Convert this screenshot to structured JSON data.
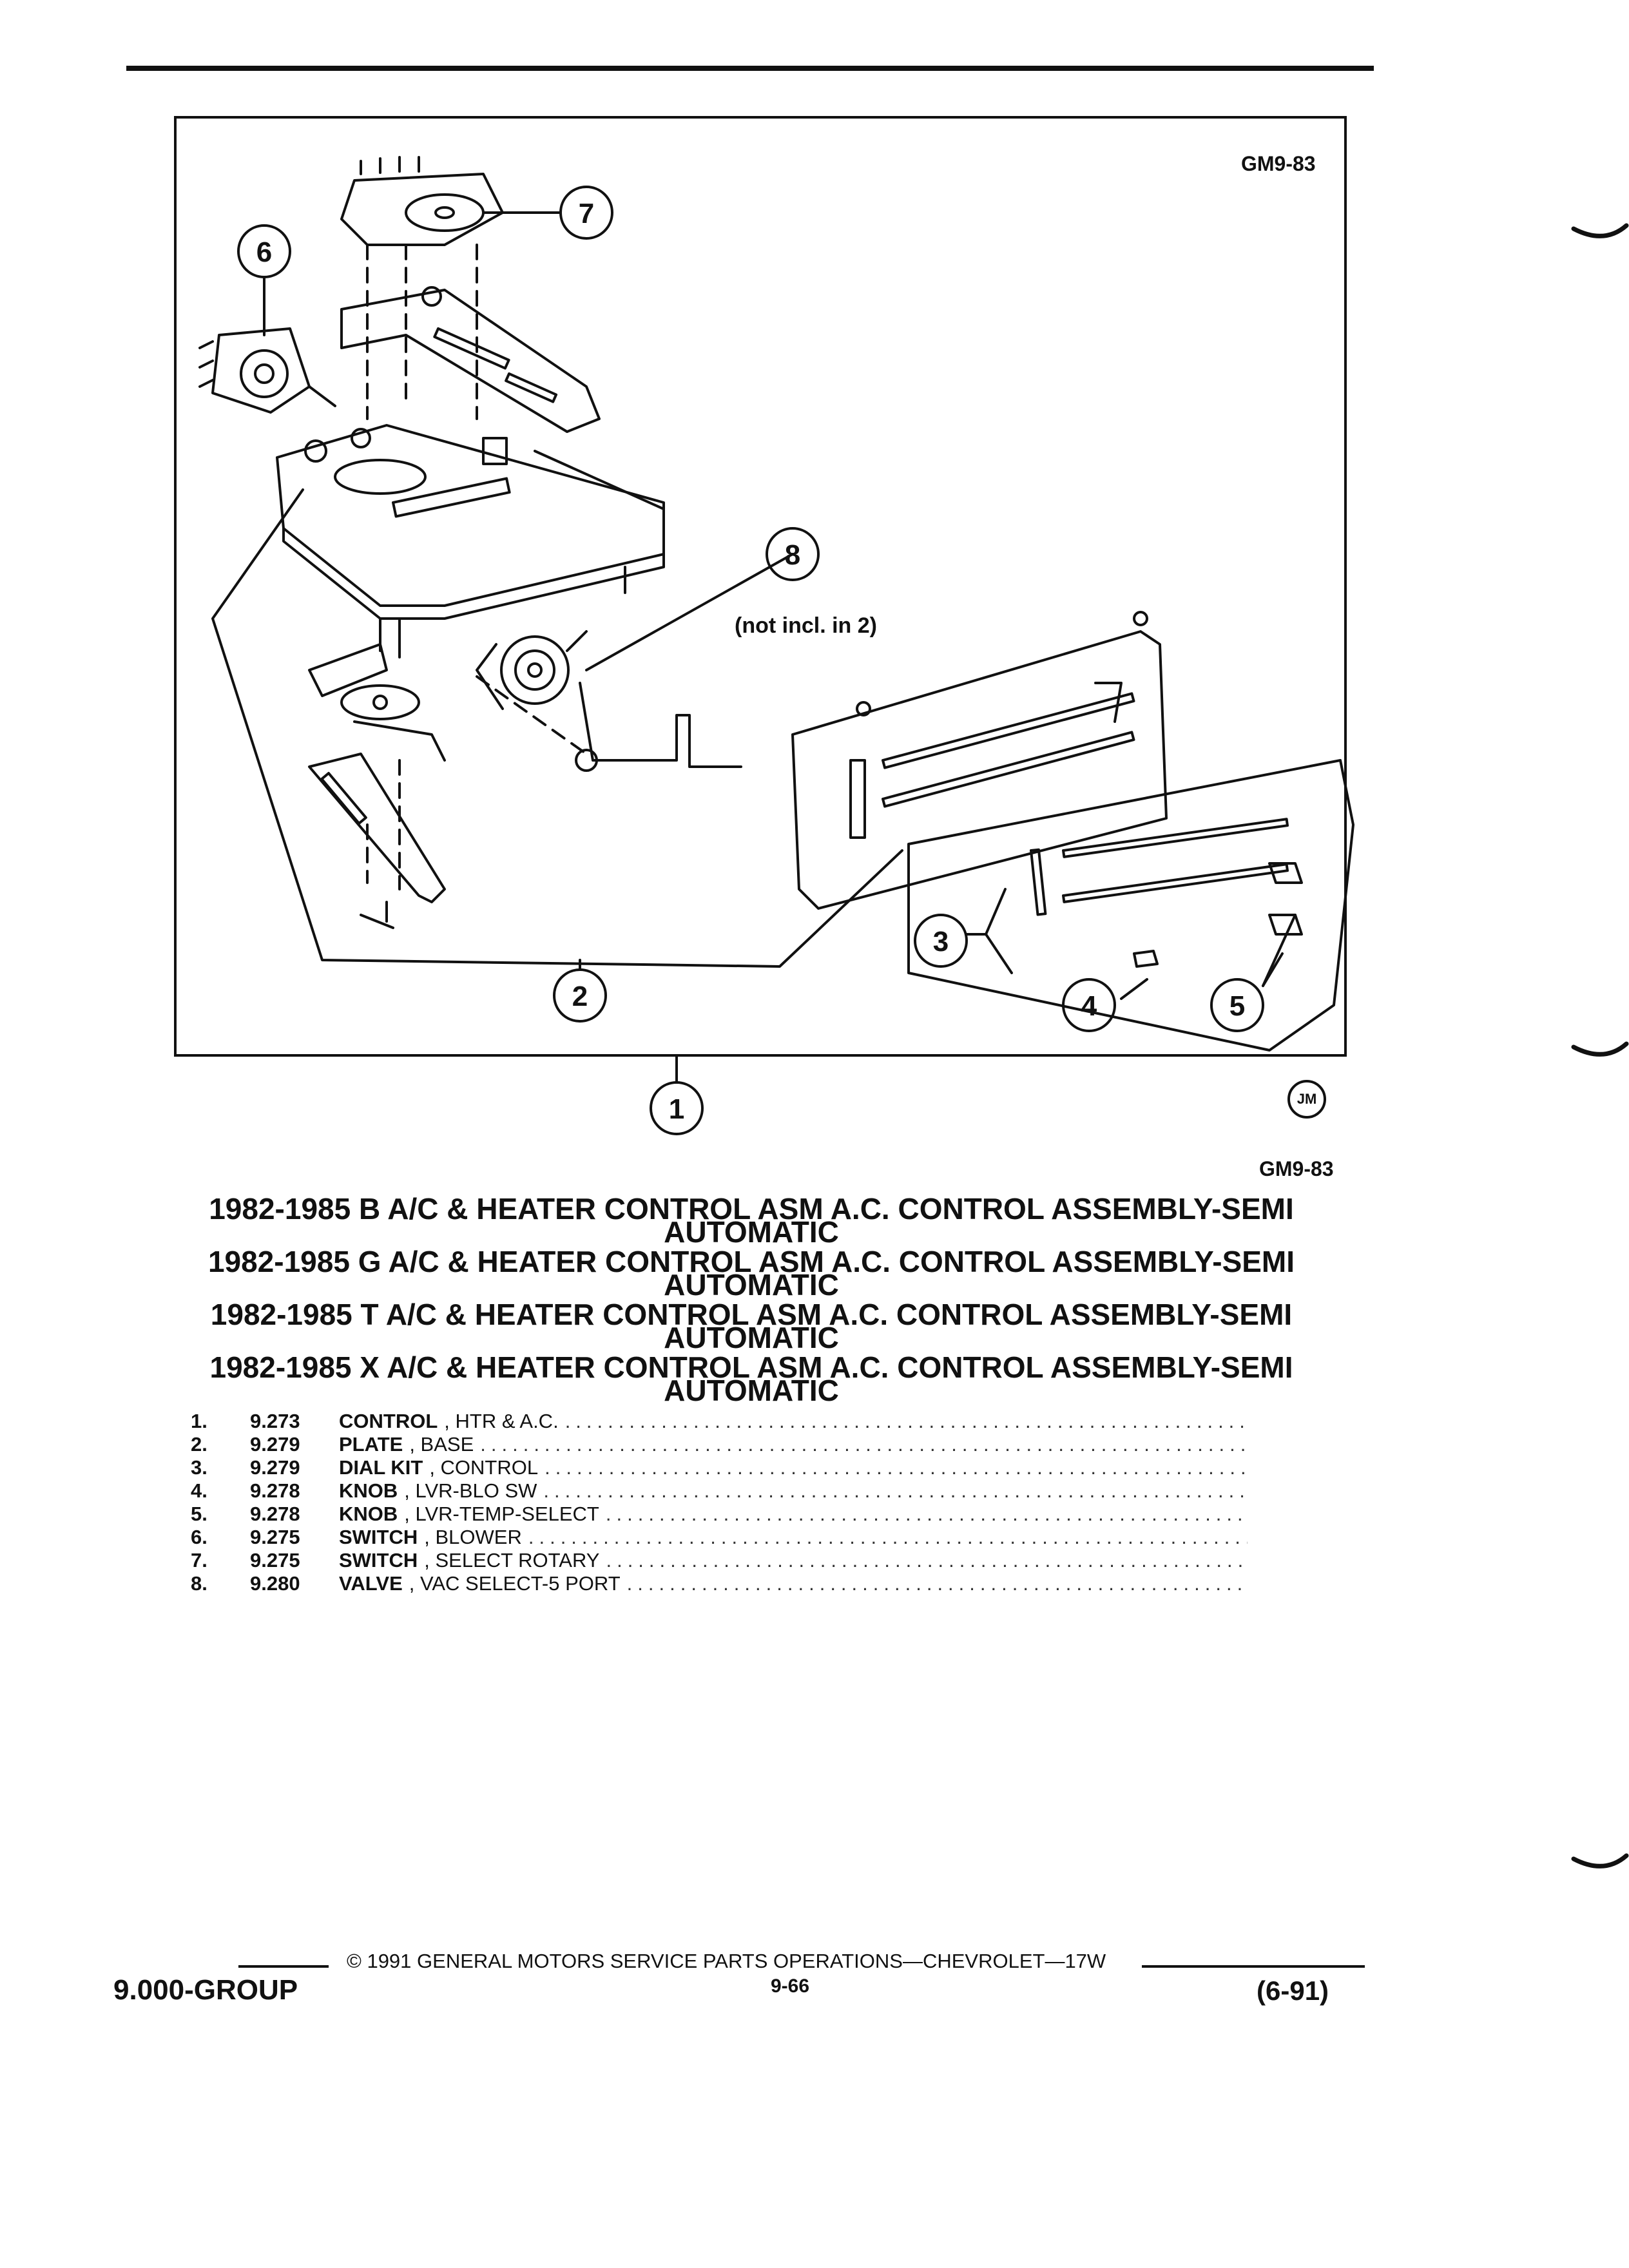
{
  "figure": {
    "code_top": "GM9-83",
    "code_bottom": "GM9-83",
    "note": "(not incl. in 2)",
    "badge": "JM",
    "callouts": [
      "1",
      "2",
      "3",
      "4",
      "5",
      "6",
      "7",
      "8"
    ]
  },
  "applications": [
    {
      "line1": "1982-1985 B A/C & HEATER CONTROL ASM A.C. CONTROL ASSEMBLY-SEMI",
      "line2": "AUTOMATIC"
    },
    {
      "line1": "1982-1985 G A/C & HEATER CONTROL ASM A.C. CONTROL ASSEMBLY-SEMI",
      "line2": "AUTOMATIC"
    },
    {
      "line1": "1982-1985 T A/C & HEATER CONTROL ASM A.C. CONTROL ASSEMBLY-SEMI",
      "line2": "AUTOMATIC"
    },
    {
      "line1": "1982-1985 X A/C & HEATER CONTROL ASM A.C. CONTROL ASSEMBLY-SEMI",
      "line2": "AUTOMATIC"
    }
  ],
  "parts": [
    {
      "num": "1.",
      "group": "9.273",
      "name": "CONTROL",
      "desc": ", HTR & A.C."
    },
    {
      "num": "2.",
      "group": "9.279",
      "name": "PLATE",
      "desc": ", BASE"
    },
    {
      "num": "3.",
      "group": "9.279",
      "name": "DIAL KIT",
      "desc": ", CONTROL"
    },
    {
      "num": "4.",
      "group": "9.278",
      "name": "KNOB",
      "desc": ", LVR-BLO SW"
    },
    {
      "num": "5.",
      "group": "9.278",
      "name": "KNOB",
      "desc": ", LVR-TEMP-SELECT"
    },
    {
      "num": "6.",
      "group": "9.275",
      "name": "SWITCH",
      "desc": ", BLOWER"
    },
    {
      "num": "7.",
      "group": "9.275",
      "name": "SWITCH",
      "desc": ", SELECT ROTARY"
    },
    {
      "num": "8.",
      "group": "9.280",
      "name": "VALVE",
      "desc": ", VAC SELECT-5 PORT"
    }
  ],
  "footer": {
    "group": "9.000-GROUP",
    "copyright": "© 1991 GENERAL MOTORS SERVICE PARTS OPERATIONS—CHEVROLET—17W",
    "page": "9-66",
    "date": "(6-91)"
  }
}
